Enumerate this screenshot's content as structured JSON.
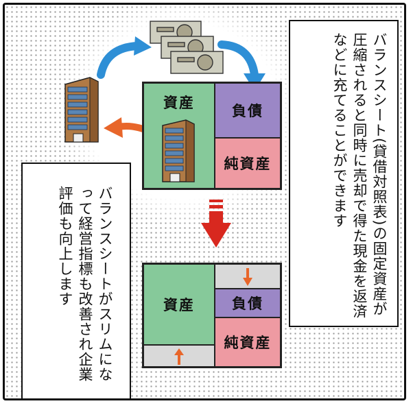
{
  "right_caption": "バランスシート(貸借対照表)の固定資産が圧縮されると同時に売却で得た現金を返済などに充てることができます",
  "left_caption": "バランスシートがスリムになって経営指標も改善され企業評価も向上します",
  "before_sheet": {
    "assets_label": "資産",
    "liabilities_label": "負債",
    "equity_label": "純資産"
  },
  "after_sheet": {
    "assets_label": "資産",
    "liabilities_label": "負債",
    "equity_label": "純資産"
  },
  "colors": {
    "assets": "#86c99a",
    "liabilities": "#9b87c6",
    "equity": "#ee9aa2",
    "blue_arrow": "#2e8fd6",
    "orange_arrow": "#e8662a",
    "red_arrow": "#d8281f"
  }
}
